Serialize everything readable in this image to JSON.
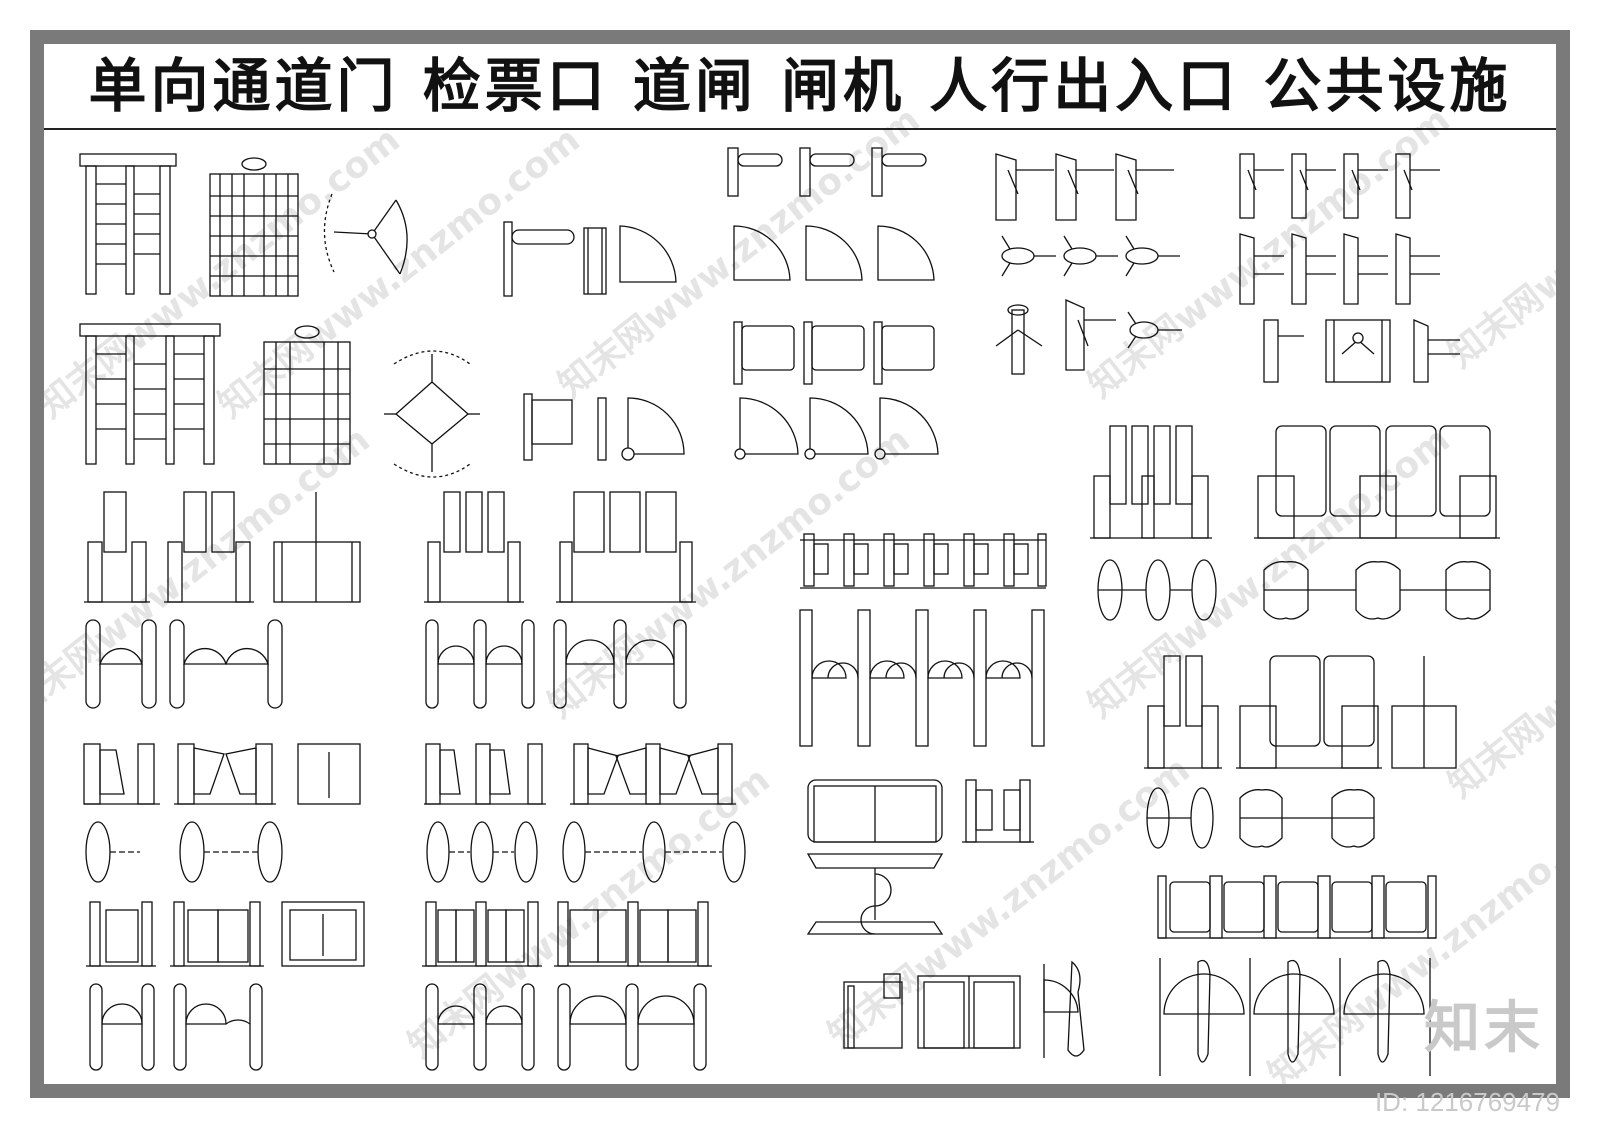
{
  "title": "单向通道门  检票口  道闸  闸机  人行出入口  公共设施",
  "watermark": "知末网www.znzmo.com",
  "logo_text": "知末",
  "id_text": "ID: 1216769479",
  "colors": {
    "frame": "#7a7a7a",
    "line": "#111111",
    "paper": "#ffffff",
    "watermark": "#c9c9c9"
  }
}
